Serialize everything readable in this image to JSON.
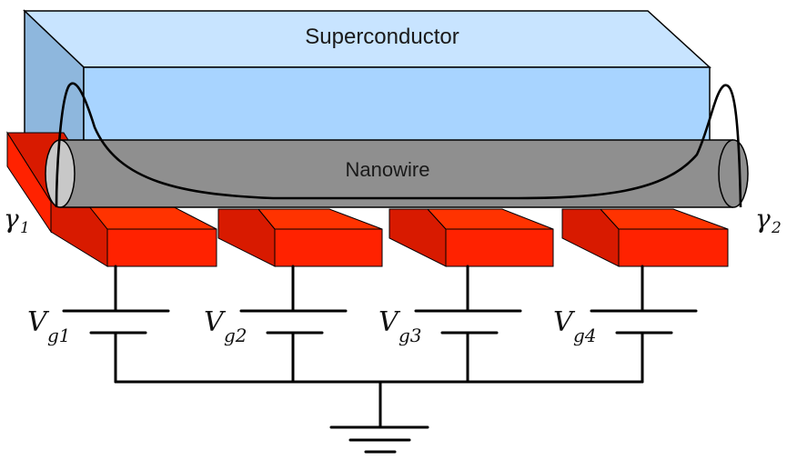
{
  "labels": {
    "superconductor": "Superconductor",
    "nanowire": "Nanowire",
    "gamma_left": {
      "base": "γ",
      "sub": "1"
    },
    "gamma_right": {
      "base": "γ",
      "sub": "2"
    }
  },
  "gates": [
    {
      "base": "V",
      "sub": "g1"
    },
    {
      "base": "V",
      "sub": "g2"
    },
    {
      "base": "V",
      "sub": "g3"
    },
    {
      "base": "V",
      "sub": "g4"
    }
  ],
  "colors": {
    "superconductor_front": "#a8d4ff",
    "superconductor_top": "#c8e4ff",
    "superconductor_side": "#8eb7dd",
    "nanowire_body": "#8f8f8f",
    "nanowire_end": "#c8c8c8",
    "gate_front": "#ff2200",
    "gate_top": "#d81a00",
    "wire": "#000000"
  }
}
